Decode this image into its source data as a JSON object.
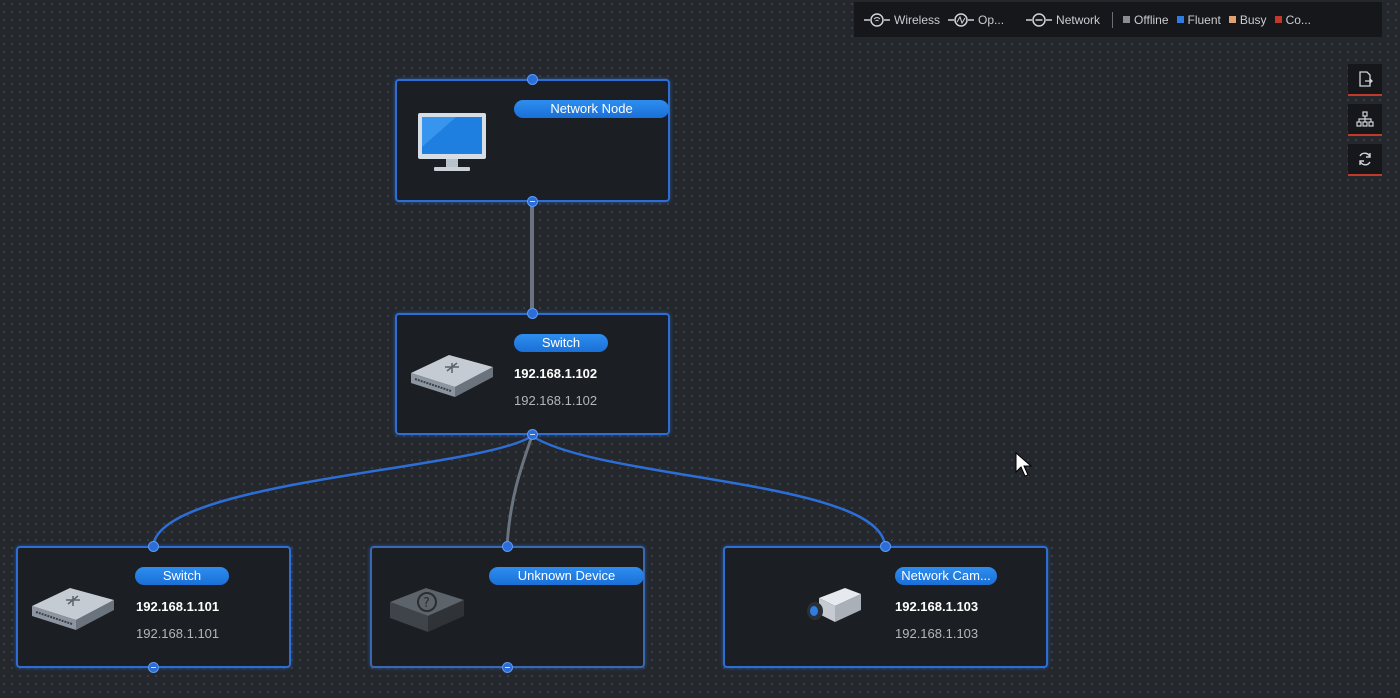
{
  "legend": {
    "wireless_label": "Wireless",
    "optical_label": "Op...",
    "network_label": "Network",
    "status_items": [
      {
        "label": "Offline",
        "color": "#8a8d92"
      },
      {
        "label": "Fluent",
        "color": "#2f7de0"
      },
      {
        "label": "Busy",
        "color": "#e0a070"
      },
      {
        "label": "Co...",
        "color": "#c0392b"
      }
    ]
  },
  "tools": [
    {
      "icon": "export-icon"
    },
    {
      "icon": "topology-icon"
    },
    {
      "icon": "refresh-icon"
    }
  ],
  "nodes": {
    "root": {
      "title": "Network Node",
      "icon": "monitor-icon"
    },
    "switch_main": {
      "title": "Switch",
      "ip_primary": "192.168.1.102",
      "ip_secondary": "192.168.1.102",
      "icon": "switch-icon"
    },
    "switch_child": {
      "title": "Switch",
      "ip_primary": "192.168.1.101",
      "ip_secondary": "192.168.1.101",
      "icon": "switch-icon"
    },
    "unknown": {
      "title": "Unknown Device",
      "icon": "unknown-device-icon"
    },
    "camera": {
      "title": "Network Cam...",
      "ip_primary": "192.168.1.103",
      "ip_secondary": "192.168.1.103",
      "icon": "camera-icon"
    }
  },
  "colors": {
    "link": "#2c6ed6",
    "accent": "#1a6fd6",
    "background": "#24272b"
  }
}
